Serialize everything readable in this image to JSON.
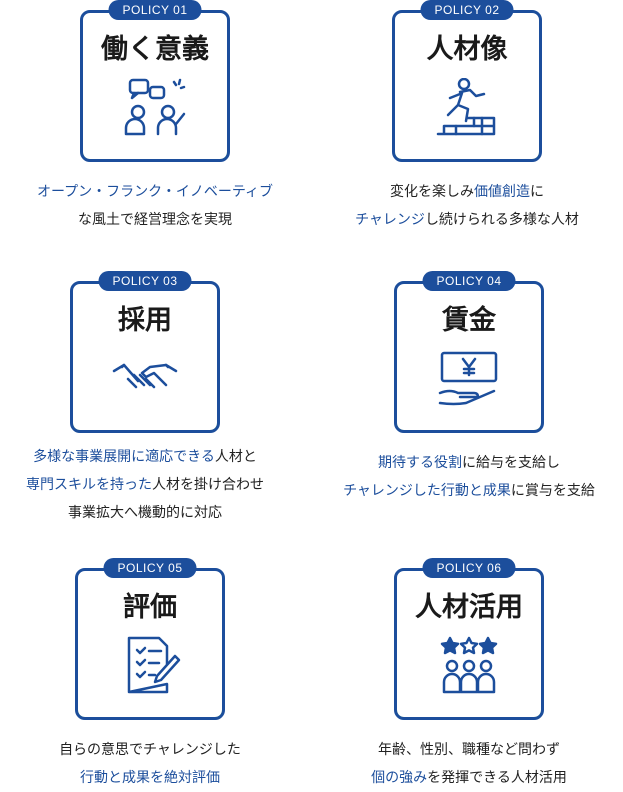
{
  "policies": [
    {
      "tag": "POLICY 01",
      "title": "働く意義",
      "icon": "discussion-icon",
      "caption": [
        [
          {
            "t": "オープン・フランク・イノベーティブ",
            "hl": true
          }
        ],
        [
          {
            "t": "な風土で経営理念を実現",
            "hl": false
          }
        ]
      ]
    },
    {
      "tag": "POLICY 02",
      "title": "人材像",
      "icon": "climbing-stairs-icon",
      "caption": [
        [
          {
            "t": "変化を楽しみ",
            "hl": false
          },
          {
            "t": "価値創造",
            "hl": true
          },
          {
            "t": "に",
            "hl": false
          }
        ],
        [
          {
            "t": "チャレンジ",
            "hl": true
          },
          {
            "t": "し続けられる多様な人材",
            "hl": false
          }
        ]
      ]
    },
    {
      "tag": "POLICY 03",
      "title": "採用",
      "icon": "handshake-icon",
      "caption": [
        [
          {
            "t": "多様な事業展開に適応できる",
            "hl": true
          },
          {
            "t": "人材と",
            "hl": false
          }
        ],
        [
          {
            "t": "専門スキルを持った",
            "hl": true
          },
          {
            "t": "人材を掛け合わせ",
            "hl": false
          }
        ],
        [
          {
            "t": "事業拡大へ機動的に対応",
            "hl": false
          }
        ]
      ]
    },
    {
      "tag": "POLICY 04",
      "title": "賃金",
      "icon": "yen-hand-icon",
      "caption": [
        [
          {
            "t": "期待する役割",
            "hl": true
          },
          {
            "t": "に給与を支給し",
            "hl": false
          }
        ],
        [
          {
            "t": "チャレンジした行動と成果",
            "hl": true
          },
          {
            "t": "に賞与を支給",
            "hl": false
          }
        ]
      ]
    },
    {
      "tag": "POLICY 05",
      "title": "評価",
      "icon": "checklist-pen-icon",
      "caption": [
        [
          {
            "t": "自らの意思でチャレンジした",
            "hl": false
          }
        ],
        [
          {
            "t": "行動と成果を絶対評価",
            "hl": true
          }
        ]
      ]
    },
    {
      "tag": "POLICY 06",
      "title": "人材活用",
      "icon": "team-stars-icon",
      "caption": [
        [
          {
            "t": "年齢、性別、職種など問わず",
            "hl": false
          }
        ],
        [
          {
            "t": "個の強み",
            "hl": true
          },
          {
            "t": "を発揮できる人材活用",
            "hl": false
          }
        ]
      ]
    }
  ],
  "colors": {
    "blue": "#1c4e9c",
    "green": "#3f9a3c"
  }
}
